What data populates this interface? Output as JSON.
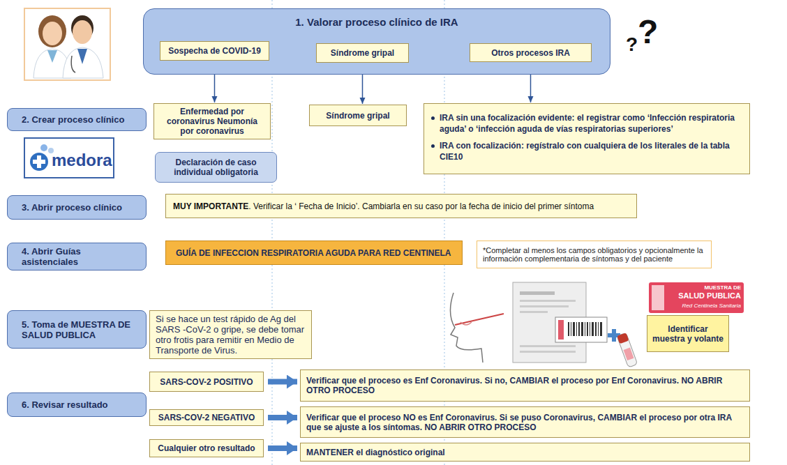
{
  "diagram": {
    "nodes": [
      {
        "text": [
          "1. Valorar proceso clínico de IRA"
        ]
      },
      {
        "text": [
          "Sospecha de COVID-19"
        ],
        "in": 0
      },
      {
        "text": [
          "Síndrome gripal"
        ],
        "in": 0
      },
      {
        "text": [
          "Otros procesos IRA"
        ],
        "in": 0
      },
      {
        "text": [
          "2. Crear proceso clínico"
        ]
      },
      {
        "text": [
          "Enfermedad por coronavirus Neumonía por coronavirus"
        ]
      },
      {
        "text": [
          "Síndrome gripal"
        ]
      },
      {
        "text": [
          "IRA sin una focalización evidente: el registrar como ‘Infección respiratoria aguda’ o ‘infección aguda de vías respiratorias superiores’",
          "IRA con focalización: regístralo con cualquiera de los literales de la tabla CIE10"
        ]
      },
      {
        "text": [
          "Declaración de caso individual obligatoria"
        ]
      },
      {
        "text": [
          "3. Abrir proceso clínico"
        ]
      },
      {
        "text": [
          "MUY IMPORTANTE",
          ". Verificar la ‘ Fecha de Inicio’. Cambiarla en su caso por la fecha de inicio del primer síntoma"
        ]
      },
      {
        "text": [
          "4. Abrir Guías asistenciales"
        ]
      },
      {
        "text": [
          "GUÍA DE INFECCION RESPIRATORIA AGUDA PARA RED CENTINELA"
        ]
      },
      {
        "text": [
          "*Completar al menos los campos obligatorios y opcionalmente la información complementaria de síntomas y del paciente"
        ]
      },
      {
        "text": [
          "5. Toma de MUESTRA DE SALUD PUBLICA"
        ]
      },
      {
        "text": [
          "Si se hace un test rápido de Ag del SARS -CoV-2 o gripe, se debe tomar otro frotis para remitir en Medio de Transporte de Virus."
        ]
      },
      {
        "text": [
          "Identificar muestra y volante"
        ]
      },
      {
        "text": [
          "6. Revisar resultado"
        ]
      },
      {
        "text": [
          "SARS-COV-2 POSITIVO"
        ]
      },
      {
        "text": [
          "Verificar que el proceso es Enf Coronavirus. Si no, CAMBIAR el proceso por Enf Coronavirus. NO ABRIR OTRO PROCESO"
        ]
      },
      {
        "text": [
          "SARS-COV-2 NEGATIVO"
        ]
      },
      {
        "text": [
          "Verificar que el proceso NO es Enf Coronavirus. Si se puso Coronavirus, CAMBIAR el proceso por otra IRA que se ajuste a los síntomas. NO ABRIR OTRO PROCESO"
        ]
      },
      {
        "text": [
          "Cualquier otro resultado"
        ]
      },
      {
        "text": [
          "MANTENER el diagnóstico original"
        ]
      }
    ],
    "edges": [
      {
        "from": 1,
        "to": 5,
        "arrow": "to"
      },
      {
        "from": 2,
        "to": 6,
        "arrow": "to"
      },
      {
        "from": 3,
        "to": 7,
        "arrow": "to"
      },
      {
        "from": 18,
        "to": 19,
        "arrow": "to"
      },
      {
        "from": 20,
        "to": 21,
        "arrow": "to"
      },
      {
        "from": 22,
        "to": 23,
        "arrow": "to"
      }
    ],
    "labels": [
      "?",
      "?",
      "medora",
      "MUESTRA DE",
      "SALUD PUBLICA",
      "Red Centinela Sanitaria"
    ]
  }
}
